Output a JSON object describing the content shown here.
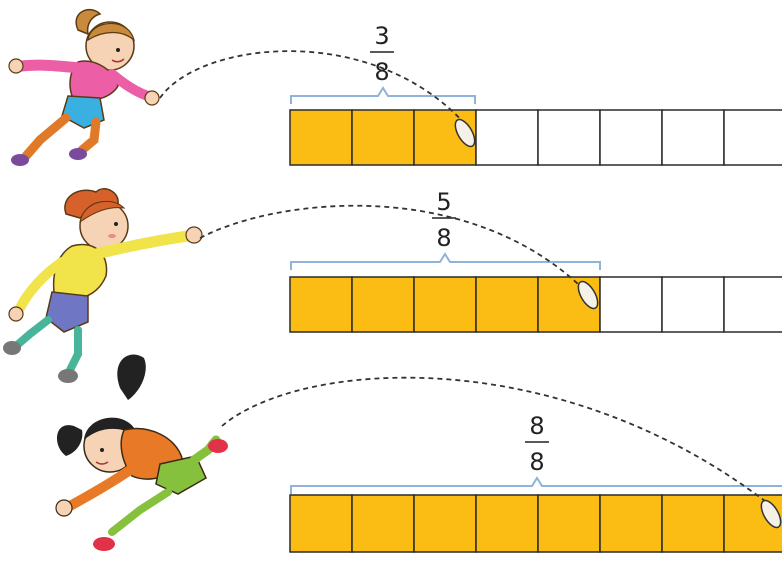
{
  "colors": {
    "filled": "#fbbd13",
    "empty": "#ffffff",
    "outline": "#2a2a2a",
    "brace": "#8fb3d9",
    "trajectory": "#333333",
    "ball": "#f5f1e6"
  },
  "rows": [
    {
      "child": "girl-pink-shirt",
      "numerator": "3",
      "denominator": "8",
      "filled": 3,
      "total": 8
    },
    {
      "child": "boy-yellow-shirt",
      "numerator": "5",
      "denominator": "8",
      "filled": 5,
      "total": 8
    },
    {
      "child": "girl-orange-shirt",
      "numerator": "8",
      "denominator": "8",
      "filled": 8,
      "total": 8
    }
  ]
}
